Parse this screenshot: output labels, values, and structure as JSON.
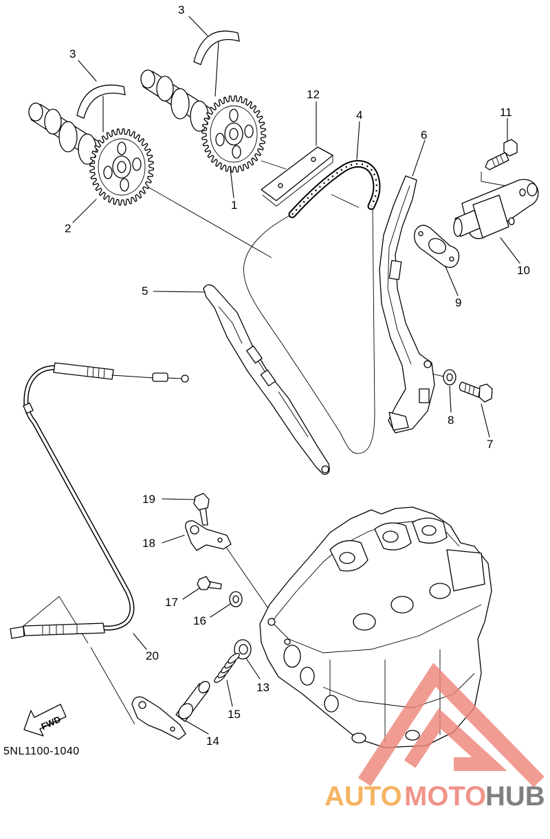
{
  "diagram": {
    "callouts": {
      "n1": "1",
      "n2": "2",
      "n3_top": "3",
      "n3_left": "3",
      "n4": "4",
      "n5": "5",
      "n6": "6",
      "n7": "7",
      "n8": "8",
      "n9": "9",
      "n10": "10",
      "n11": "11",
      "n12": "12",
      "n13": "13",
      "n14": "14",
      "n15": "15",
      "n16": "16",
      "n17": "17",
      "n18": "18",
      "n19": "19",
      "n20": "20"
    },
    "direction_label": "FWD",
    "part_code": "5NL1100-1040",
    "colors": {
      "line": "#000000",
      "background": "#ffffff"
    }
  },
  "watermark": {
    "word_1": "AUTO",
    "word_2": "MOTO",
    "word_3": "HUB",
    "colors": {
      "word_1": "#f5b461",
      "word_2": "#f0948a",
      "word_3": "#808080",
      "triangle": "#ee8378"
    }
  }
}
